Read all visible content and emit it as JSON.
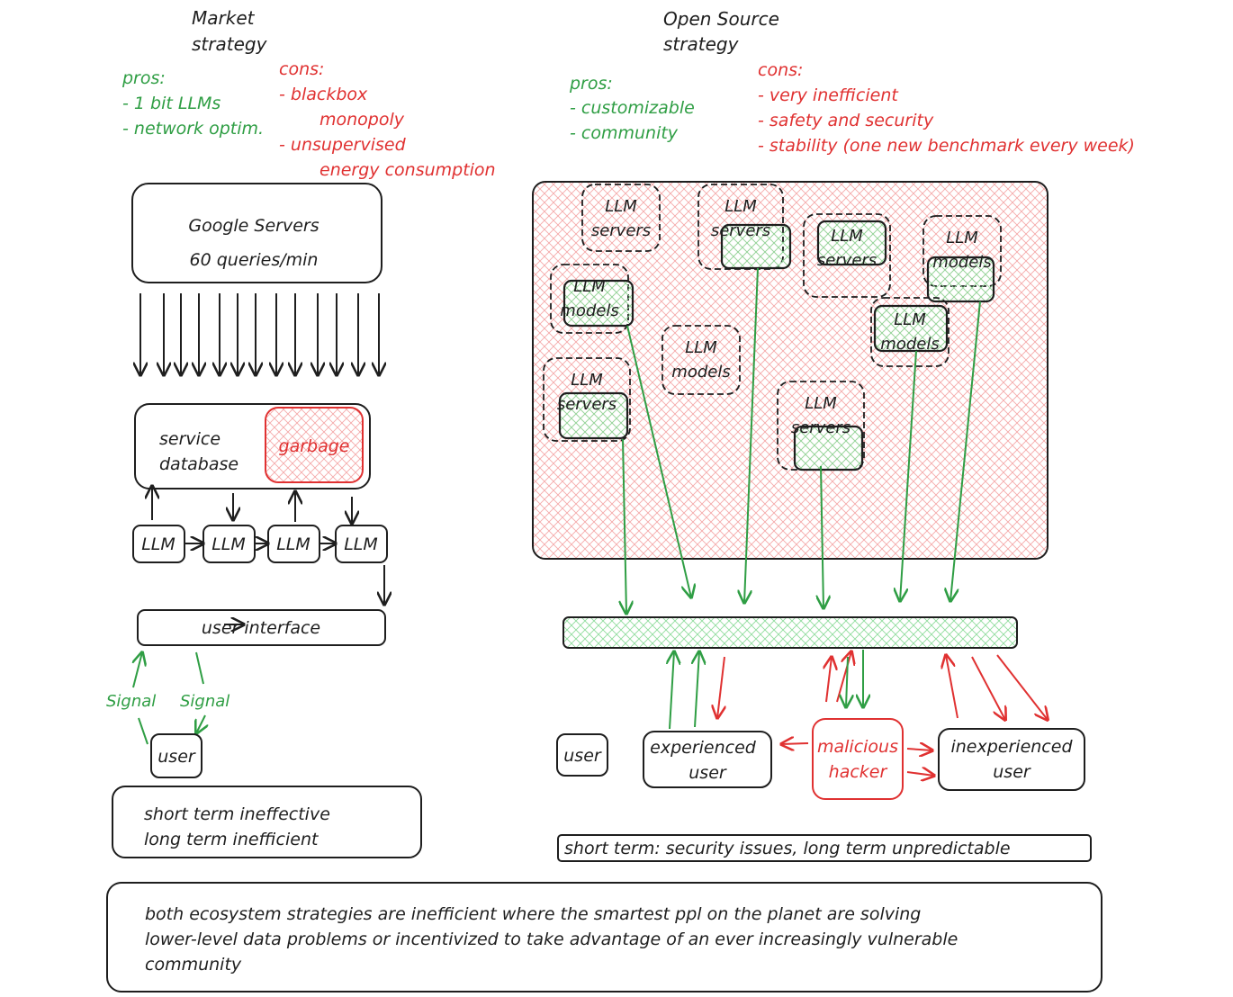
{
  "market": {
    "title": [
      "Market",
      "strategy"
    ],
    "pros_label": "pros:",
    "pros": [
      "- 1 bit LLMs",
      "- network optim."
    ],
    "cons_label": "cons:",
    "cons": [
      "- blackbox",
      "monopoly",
      "- unsupervised",
      "energy consumption"
    ],
    "servers_box": [
      "Google Servers",
      "60 queries/min"
    ],
    "database_box": [
      "service",
      "database"
    ],
    "garbage_label": "garbage",
    "llm_chain": [
      "LLM",
      "LLM",
      "LLM",
      "LLM"
    ],
    "user_interface": "user interface",
    "signal_up": "Signal",
    "signal_down": "Signal",
    "user": "user",
    "summary": [
      "short term ineffective",
      "long term inefficient"
    ]
  },
  "open_source": {
    "title": [
      "Open Source",
      "strategy"
    ],
    "pros_label": "pros:",
    "pros": [
      "- customizable",
      "- community"
    ],
    "cons_label": "cons:",
    "cons": [
      "- very inefficient",
      "- safety and security",
      "- stability (one new benchmark every week)"
    ],
    "nodes": [
      {
        "line1": "LLM",
        "line2": "servers"
      },
      {
        "line1": "LLM",
        "line2": "servers"
      },
      {
        "line1": "LLM",
        "line2": "servers"
      },
      {
        "line1": "LLM",
        "line2": "models"
      },
      {
        "line1": "LLM",
        "line2": "models"
      },
      {
        "line1": "LLM",
        "line2": "models"
      },
      {
        "line1": "LLM",
        "line2": "models"
      },
      {
        "line1": "LLM",
        "line2": "servers"
      },
      {
        "line1": "LLM",
        "line2": "servers"
      }
    ],
    "user": "user",
    "experienced_user": [
      "experienced",
      "user"
    ],
    "malicious_hacker": [
      "malicious",
      "hacker"
    ],
    "inexperienced_user": [
      "inexperienced",
      "user"
    ],
    "summary": "short term: security issues, long term unpredictable"
  },
  "conclusion": [
    "both ecosystem strategies are inefficient where the smartest ppl on the planet are solving",
    "lower-level data problems or incentivized to take advantage of an ever increasingly vulnerable",
    "community"
  ],
  "colors": {
    "stroke": "#1e1e1e",
    "green": "#2f9e44",
    "red": "#e03131",
    "red_hatch": "#ffc9c9",
    "green_hatch": "#b2f2bb"
  }
}
